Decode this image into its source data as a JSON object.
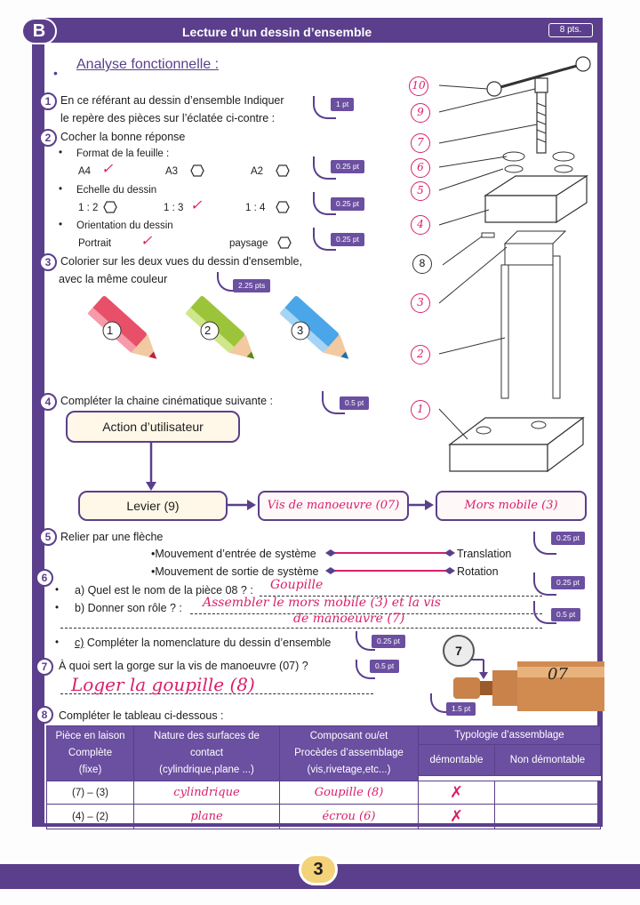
{
  "header": {
    "badge": "B",
    "title": "Lecture d’un dessin d’ensemble",
    "points": "8 pts."
  },
  "section": "Analyse fonctionnelle :",
  "q1": {
    "num": "1",
    "line1": "En ce référant au dessin d’ensemble Indiquer",
    "line2": "le repère des pièces sur l’éclatée ci-contre :",
    "pts": "1 pt"
  },
  "q2": {
    "num": "2",
    "label": "Cocher la bonne réponse",
    "format": {
      "label": "Format de la feuille :",
      "opts": [
        "A4",
        "A3",
        "A2"
      ],
      "pts": "0.25 pt"
    },
    "echelle": {
      "label": "Echelle du dessin",
      "opts": [
        "1 : 2",
        "1 : 3",
        "1 : 4"
      ],
      "pts": "0.25 pt"
    },
    "orientation": {
      "label": "Orientation du dessin",
      "opts": [
        "Portrait",
        "paysage"
      ],
      "pts": "0.25 pt"
    }
  },
  "q3": {
    "num": "3",
    "line1": "Colorier sur les deux vues du dessin d'ensemble,",
    "line2": "avec la même couleur",
    "pts": "2.25 pts",
    "pencils": [
      "1",
      "2",
      "3"
    ]
  },
  "q4": {
    "num": "4",
    "label": "Compléter la chaine cinématique suivante :",
    "pts": "0.5 pt",
    "action": "Action d’utilisateur",
    "levier": "Levier (9)",
    "vis": "Vis de manoeuvre (07)",
    "mors": "Mors mobile (3)"
  },
  "q5": {
    "num": "5",
    "label": "Relier par une flèche",
    "in": "Mouvement d’entrée de système",
    "out": "Mouvement de sortie de système",
    "t": "Translation",
    "r": "Rotation",
    "pts": "0.25 pt"
  },
  "q6": {
    "num": "6",
    "a": "a) Quel est le nom de la pièce 08 ? :",
    "a_ans": "Goupille",
    "a_pts": "0.25 pt",
    "b": "b) Donner son rôle ? :",
    "b_ans1": "Assembler le mors mobile (3) et la vis",
    "b_ans2": "de manoeuvre (7)",
    "b_pts": "0.5 pt",
    "c_prefix": "c)",
    "c": " Compléter la  nomenclature du dessin d’ensemble",
    "c_pts": "0.25 pt"
  },
  "q7": {
    "num": "7",
    "label": "À quoi sert la gorge sur la vis de manoeuvre (07) ?",
    "ans": "Loger la goupille (8)",
    "pts": "0.5 pt",
    "pts2": "1.5 pt",
    "part_label": "07",
    "callout": "7"
  },
  "q8": {
    "num": "8",
    "label": "Compléter le tableau ci-dessous :"
  },
  "table": {
    "h1": [
      "Pièce en laison",
      "Complète",
      "(fixe)"
    ],
    "h2": [
      "Nature des surfaces de",
      "contact",
      "(cylindrique,plane ...)"
    ],
    "h3": [
      "Composant ou/et",
      "Procèdes d’assemblage",
      "(vis,rivetage,etc...)"
    ],
    "h4": "Typologie d’assemblage",
    "h4a": "démontable",
    "h4b": "Non démontable",
    "rows": [
      {
        "piece": "(7) – (3)",
        "nature": "cylindrique",
        "comp": "Goupille (8)",
        "mark": "✗"
      },
      {
        "piece": "(4) – (2)",
        "nature": "plane",
        "comp": "écrou (6)",
        "mark": "✗"
      }
    ]
  },
  "callouts": [
    "10",
    "9",
    "7",
    "6",
    "5",
    "4",
    "8",
    "3",
    "2",
    "1"
  ],
  "page": "3"
}
